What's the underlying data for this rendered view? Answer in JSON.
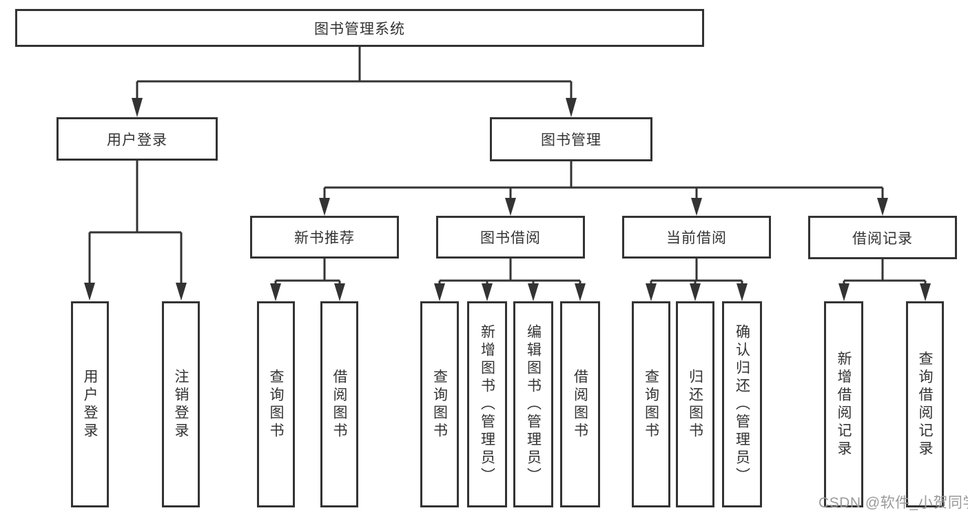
{
  "diagram": {
    "title": "图书管理系统",
    "root": {
      "label": "图书管理系统"
    },
    "level2": [
      {
        "label": "用户登录"
      },
      {
        "label": "图书管理"
      }
    ],
    "level3": [
      {
        "label": "新书推荐",
        "parent": "图书管理"
      },
      {
        "label": "图书借阅",
        "parent": "图书管理"
      },
      {
        "label": "当前借阅",
        "parent": "图书管理"
      },
      {
        "label": "借阅记录",
        "parent": "图书管理"
      }
    ],
    "leaves": [
      {
        "label": "用户登录",
        "parent": "用户登录"
      },
      {
        "label": "注销登录",
        "parent": "用户登录"
      },
      {
        "label": "查询图书",
        "parent": "新书推荐"
      },
      {
        "label": "借阅图书",
        "parent": "新书推荐"
      },
      {
        "label": "查询图书",
        "parent": "图书借阅"
      },
      {
        "label": "新增图书（管理员）",
        "parent": "图书借阅"
      },
      {
        "label": "编辑图书（管理员）",
        "parent": "图书借阅"
      },
      {
        "label": "借阅图书",
        "parent": "图书借阅"
      },
      {
        "label": "查询图书",
        "parent": "当前借阅"
      },
      {
        "label": "归还图书",
        "parent": "当前借阅"
      },
      {
        "label": "确认归还（管理员）",
        "parent": "当前借阅"
      },
      {
        "label": "新增借阅记录",
        "parent": "借阅记录"
      },
      {
        "label": "查询借阅记录",
        "parent": "借阅记录"
      }
    ]
  },
  "watermark": {
    "text": "CSDN @软件_小贺同学"
  },
  "colors": {
    "line": "#333333",
    "box_border": "#333333",
    "text": "#333333",
    "watermark_text": "#9a9a9a",
    "background": "#ffffff"
  }
}
